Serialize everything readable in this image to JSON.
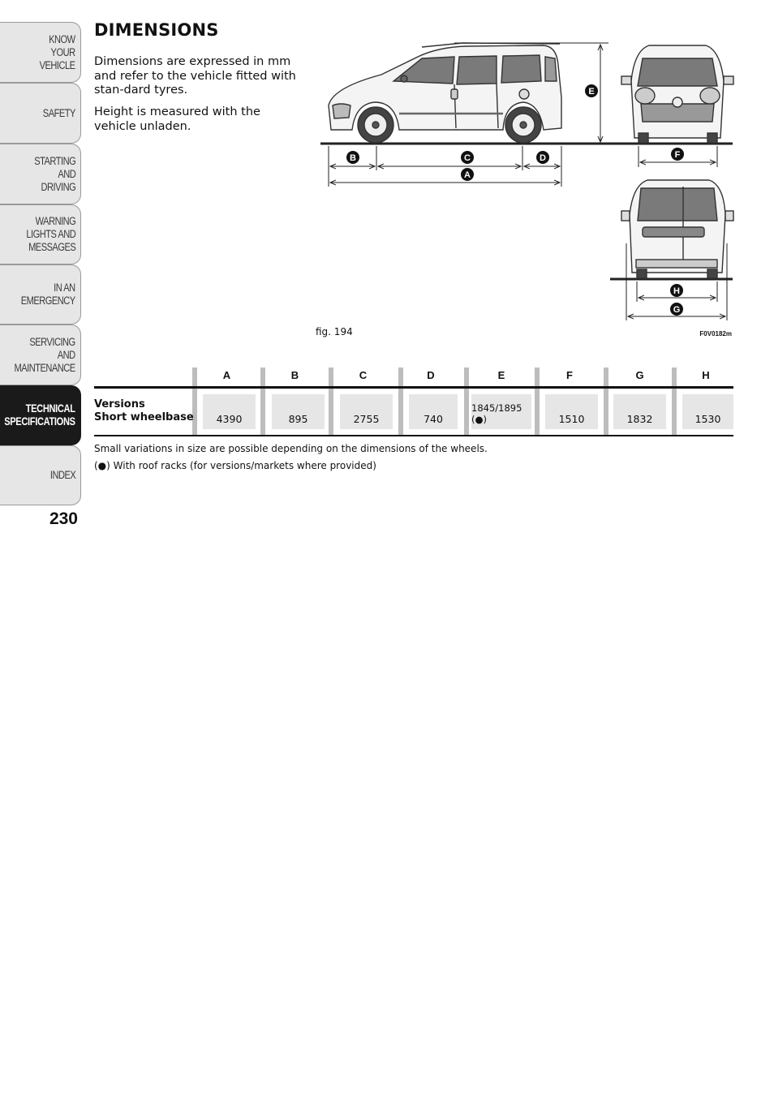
{
  "sidebar": {
    "tabs": [
      {
        "label": "KNOW\nYOUR\nVEHICLE",
        "active": false
      },
      {
        "label": "SAFETY",
        "active": false
      },
      {
        "label": "STARTING\nAND\nDRIVING",
        "active": false
      },
      {
        "label": "WARNING\nLIGHTS AND\nMESSAGES",
        "active": false
      },
      {
        "label": "IN AN\nEMERGENCY",
        "active": false
      },
      {
        "label": "SERVICING\nAND\nMAINTENANCE",
        "active": false
      },
      {
        "label": "TECHNICAL\nSPECIFICATIONS",
        "active": true
      },
      {
        "label": "INDEX",
        "active": false
      }
    ],
    "page_number": "230"
  },
  "main": {
    "title": "DIMENSIONS",
    "paragraph1": "Dimensions are expressed in mm and refer to the vehicle fitted with stan-dard tyres.",
    "paragraph2": "Height is measured with the vehicle unladen."
  },
  "figure": {
    "caption": "fig. 194",
    "code": "F0V0182m",
    "labels": {
      "A": "A",
      "B": "B",
      "C": "C",
      "D": "D",
      "E": "E",
      "F": "F",
      "G": "G",
      "H": "H"
    }
  },
  "table": {
    "headers": [
      "A",
      "B",
      "C",
      "D",
      "E",
      "F",
      "G",
      "H"
    ],
    "row_label_line1": "Versions",
    "row_label_line2": "Short wheelbase",
    "values": [
      "4390",
      "895",
      "2755",
      "740",
      "1845/1895 (●)",
      "1510",
      "1832",
      "1530"
    ]
  },
  "notes": {
    "note1": "Small variations in size are possible depending on the dimensions of the wheels.",
    "note2": "(●) With roof racks (for versions/markets where provided)"
  },
  "colors": {
    "tab_bg": "#e6e6e6",
    "tab_active_bg": "#1a1a1a",
    "cell_bg": "#e6e6e6",
    "separator": "#bdbdbd"
  }
}
